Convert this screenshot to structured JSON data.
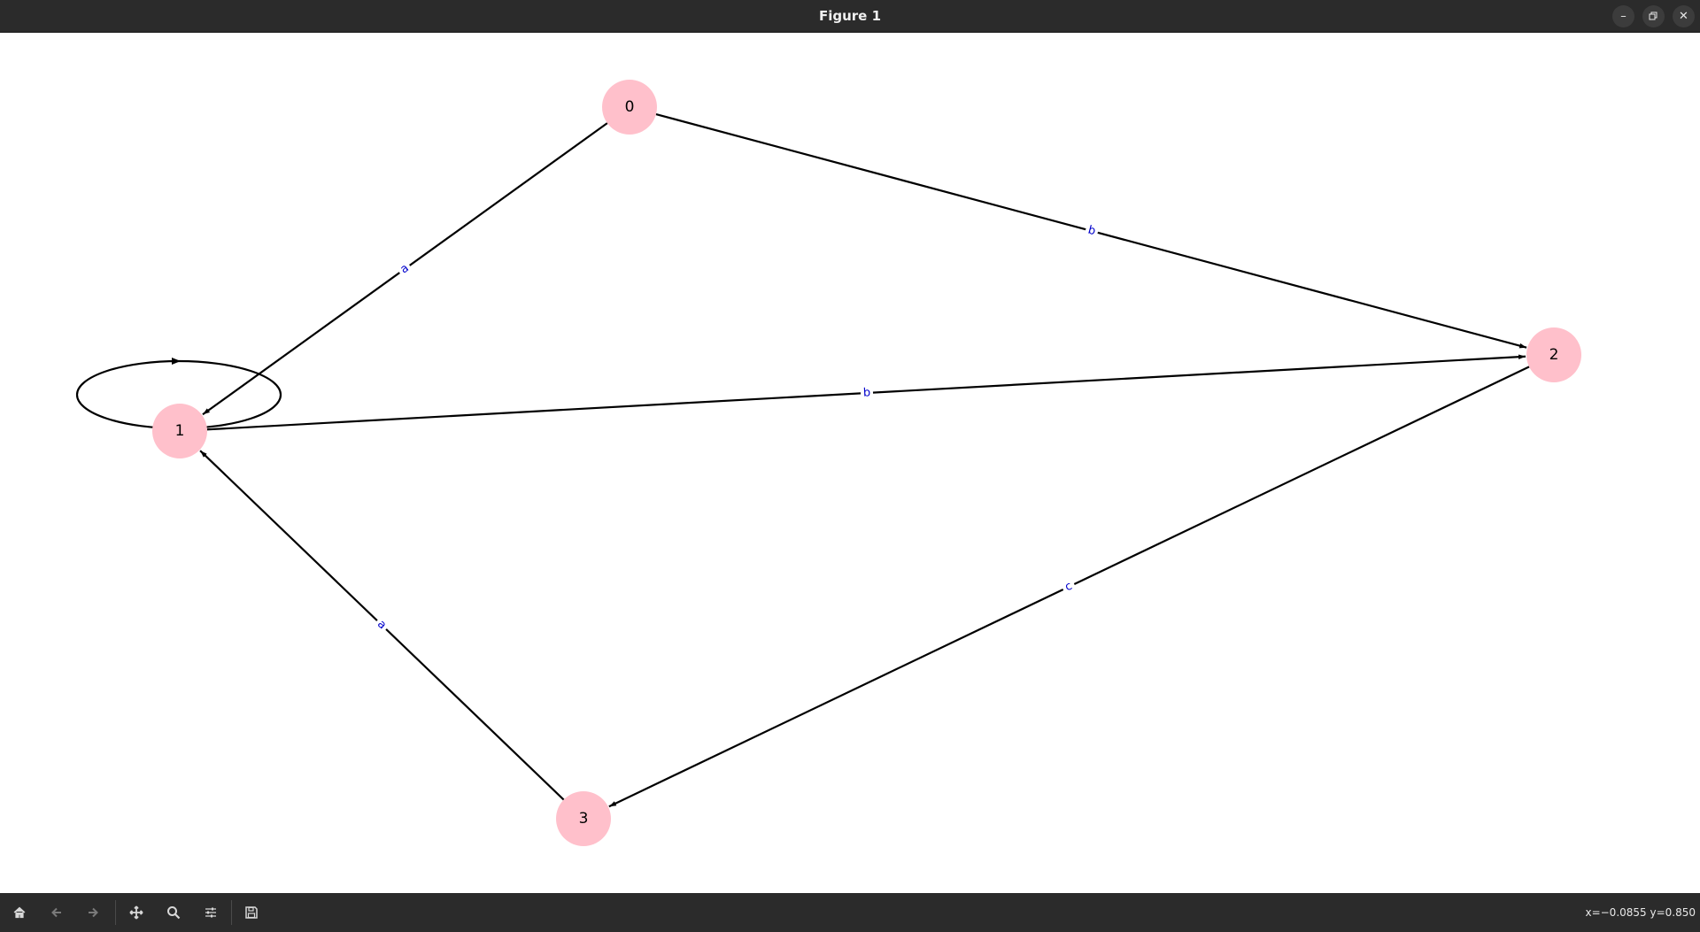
{
  "window": {
    "title": "Figure 1",
    "minimize_icon": "minimize-icon",
    "maximize_icon": "restore-icon",
    "close_icon": "close-icon"
  },
  "graph": {
    "node_color": "#ffc0cb",
    "edge_color": "#000000",
    "edge_label_color": "#0000cc",
    "nodes": [
      {
        "id": "0",
        "label": "0"
      },
      {
        "id": "1",
        "label": "1"
      },
      {
        "id": "2",
        "label": "2"
      },
      {
        "id": "3",
        "label": "3"
      }
    ],
    "edges": [
      {
        "from": "0",
        "to": "1",
        "label": "a"
      },
      {
        "from": "0",
        "to": "2",
        "label": "b"
      },
      {
        "from": "1",
        "to": "1",
        "label": ""
      },
      {
        "from": "1",
        "to": "2",
        "label": "b"
      },
      {
        "from": "2",
        "to": "3",
        "label": "c"
      },
      {
        "from": "3",
        "to": "1",
        "label": "a"
      }
    ]
  },
  "toolbar": {
    "buttons": [
      {
        "name": "home-button",
        "icon": "home-icon"
      },
      {
        "name": "back-button",
        "icon": "arrow-left-icon"
      },
      {
        "name": "forward-button",
        "icon": "arrow-right-icon"
      },
      {
        "name": "pan-button",
        "icon": "move-icon"
      },
      {
        "name": "zoom-button",
        "icon": "magnifier-icon"
      },
      {
        "name": "configure-subplots-button",
        "icon": "sliders-icon"
      },
      {
        "name": "save-button",
        "icon": "floppy-icon"
      }
    ],
    "coordinates": "x=−0.0855 y=0.850"
  }
}
